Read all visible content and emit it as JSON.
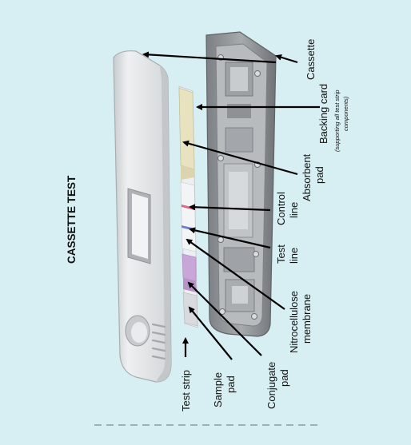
{
  "title": "CASSETTE TEST",
  "labels": {
    "cassette": "Cassette",
    "backing_card": "Backing card",
    "backing_card_note": "(supporting all test strip",
    "backing_card_note2": "components)",
    "absorbent_pad_1": "Absorbent",
    "absorbent_pad_2": "pad",
    "control_line_1": "Control",
    "control_line_2": "line",
    "test_line_1": "Test",
    "test_line_2": "line",
    "nitrocellulose_1": "Nitrocellulose",
    "nitrocellulose_2": "membrane",
    "conjugate_pad_1": "Conjugate",
    "conjugate_pad_2": "pad",
    "sample_pad_1": "Sample",
    "sample_pad_2": "pad",
    "test_strip": "Test strip"
  },
  "colors": {
    "background": "#d7eef3",
    "cassette_shell": "#e6e8ea",
    "cassette_back": "#8e9296",
    "absorbent_pad": "#e9e2bf",
    "control_line": "#d86a88",
    "test_line": "#6f7fd0",
    "conjugate_pad": "#c9a6d8"
  }
}
